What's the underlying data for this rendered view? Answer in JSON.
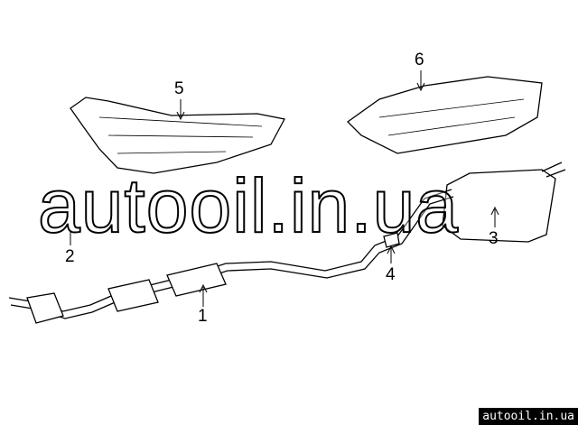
{
  "callouts": [
    "1",
    "2",
    "3",
    "4",
    "5",
    "6"
  ],
  "watermark": "autooil.in.ua",
  "badge": "autooil.in.ua"
}
